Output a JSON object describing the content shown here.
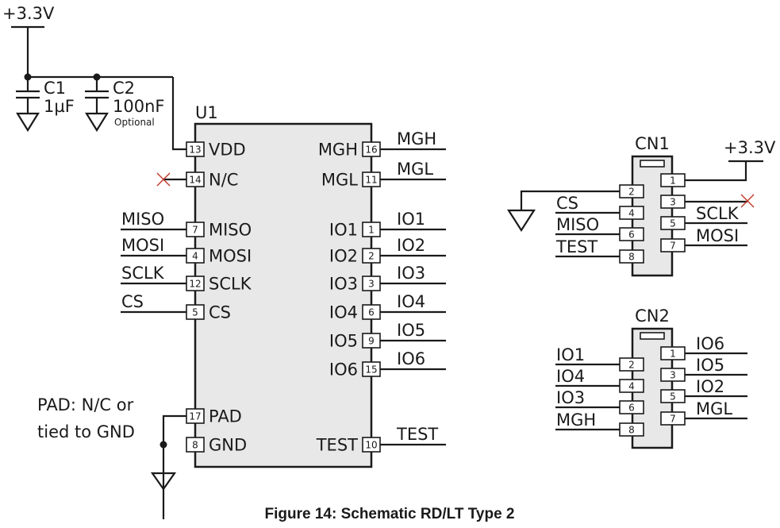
{
  "power": {
    "vcc_main": "+3.3V",
    "vcc_cn1": "+3.3V"
  },
  "capacitors": {
    "c1": {
      "ref": "C1",
      "value": "1µF"
    },
    "c2": {
      "ref": "C2",
      "value": "100nF",
      "note": "Optional"
    }
  },
  "u1": {
    "ref": "U1",
    "left_pins": [
      {
        "num": "13",
        "name": "VDD",
        "net": ""
      },
      {
        "num": "14",
        "name": "N/C",
        "net": ""
      },
      {
        "num": "7",
        "name": "MISO",
        "net": "MISO"
      },
      {
        "num": "4",
        "name": "MOSI",
        "net": "MOSI"
      },
      {
        "num": "12",
        "name": "SCLK",
        "net": "SCLK"
      },
      {
        "num": "5",
        "name": "CS",
        "net": "CS"
      },
      {
        "num": "17",
        "name": "PAD",
        "net": ""
      },
      {
        "num": "8",
        "name": "GND",
        "net": ""
      }
    ],
    "right_pins": [
      {
        "num": "16",
        "name": "MGH",
        "net": "MGH"
      },
      {
        "num": "11",
        "name": "MGL",
        "net": "MGL"
      },
      {
        "num": "1",
        "name": "IO1",
        "net": "IO1"
      },
      {
        "num": "2",
        "name": "IO2",
        "net": "IO2"
      },
      {
        "num": "3",
        "name": "IO3",
        "net": "IO3"
      },
      {
        "num": "6",
        "name": "IO4",
        "net": "IO4"
      },
      {
        "num": "9",
        "name": "IO5",
        "net": "IO5"
      },
      {
        "num": "15",
        "name": "IO6",
        "net": "IO6"
      },
      {
        "num": "10",
        "name": "TEST",
        "net": "TEST"
      }
    ]
  },
  "pad_note": [
    "PAD: N/C or",
    "tied to GND"
  ],
  "cn1": {
    "ref": "CN1",
    "left_pins": [
      {
        "num": "2",
        "net": ""
      },
      {
        "num": "4",
        "net": "CS"
      },
      {
        "num": "6",
        "net": "MISO"
      },
      {
        "num": "8",
        "net": "TEST"
      }
    ],
    "right_pins": [
      {
        "num": "1",
        "net": ""
      },
      {
        "num": "3",
        "net": ""
      },
      {
        "num": "5",
        "net": "SCLK"
      },
      {
        "num": "7",
        "net": "MOSI"
      }
    ]
  },
  "cn2": {
    "ref": "CN2",
    "left_pins": [
      {
        "num": "2",
        "net": "IO1"
      },
      {
        "num": "4",
        "net": "IO4"
      },
      {
        "num": "6",
        "net": "IO3"
      },
      {
        "num": "8",
        "net": "MGH"
      }
    ],
    "right_pins": [
      {
        "num": "1",
        "net": "IO6"
      },
      {
        "num": "3",
        "net": "IO5"
      },
      {
        "num": "5",
        "net": "IO2"
      },
      {
        "num": "7",
        "net": "MGL"
      }
    ]
  },
  "caption": "Figure 14: Schematic RD/LT Type 2"
}
